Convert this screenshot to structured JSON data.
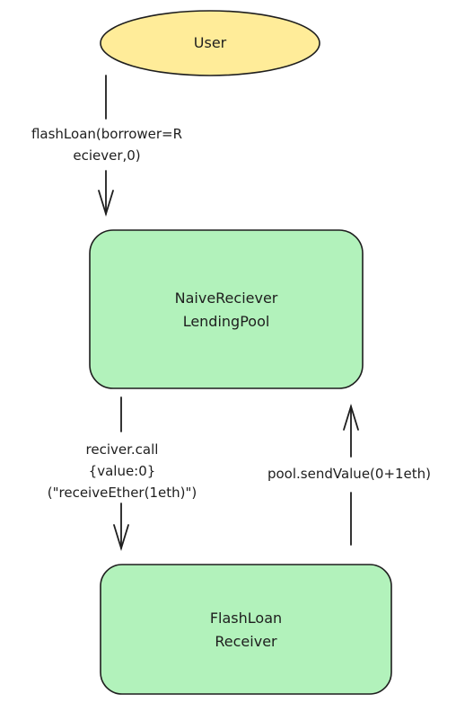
{
  "nodes": {
    "user": {
      "label": "User",
      "fill": "#ffec99"
    },
    "pool": {
      "line1": "NaiveReciever",
      "line2": "LendingPool",
      "fill": "#b2f2bb"
    },
    "receiver": {
      "line1": "FlashLoan",
      "line2": "Receiver",
      "fill": "#b2f2bb"
    }
  },
  "edges": {
    "user_to_pool": {
      "line1": "flashLoan(borrower=R",
      "line2": "eciever,0)"
    },
    "pool_to_receiver": {
      "line1": "reciver.call",
      "line2": "{value:0}",
      "line3": "(\"receiveEther(1eth)\")"
    },
    "receiver_to_pool": {
      "label": "pool.sendValue(0+1eth)"
    }
  },
  "colors": {
    "stroke": "#1e1e1e",
    "user_fill": "#ffec99",
    "box_fill": "#b2f2bb"
  }
}
